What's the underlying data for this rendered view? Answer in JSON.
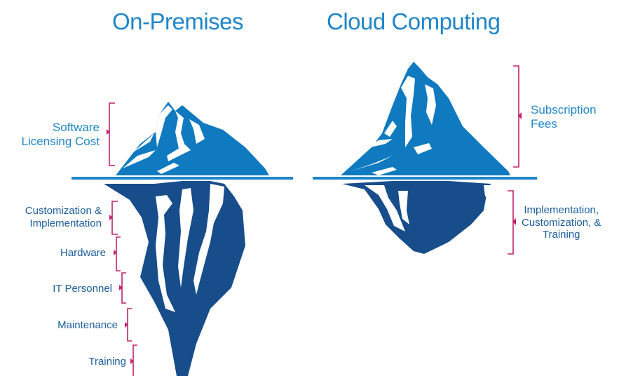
{
  "diagram": {
    "left": {
      "title": "On-Premises",
      "above_waterline": [
        {
          "label": "Software\nLicensing Cost"
        }
      ],
      "below_waterline": [
        {
          "label": "Customization &\nImplementation"
        },
        {
          "label": "Hardware"
        },
        {
          "label": "IT Personnel"
        },
        {
          "label": "Maintenance"
        },
        {
          "label": "Training"
        }
      ]
    },
    "right": {
      "title": "Cloud Computing",
      "above_waterline": [
        {
          "label": "Subscription\nFees"
        }
      ],
      "below_waterline": [
        {
          "label": "Implementation,\nCustomization, &\nTraining"
        }
      ]
    },
    "colors": {
      "title": "#1f86c8",
      "ice_above": "#0f7ac0",
      "ice_below": "#174d8a",
      "waterline": "#1f86c8",
      "bracket": "#c0226f",
      "label_above": "#1f86c8",
      "label_below": "#1b5e9b"
    }
  }
}
